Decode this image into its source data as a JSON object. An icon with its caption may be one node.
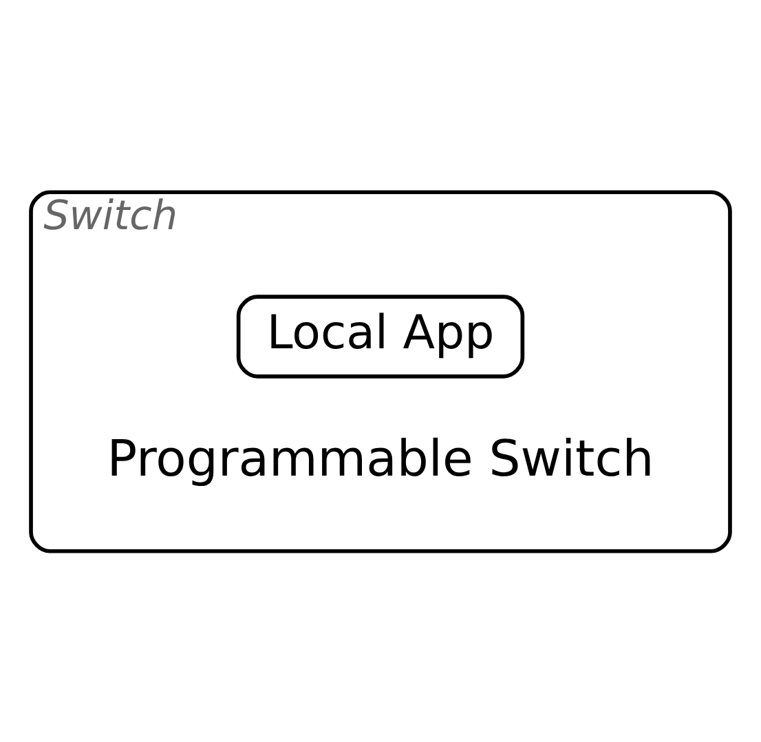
{
  "diagram": {
    "nodes": [
      {
        "text": [
          "Switch",
          "Programmable Switch"
        ]
      },
      {
        "text": [
          "Local App"
        ],
        "in": 0
      }
    ],
    "edges": []
  }
}
